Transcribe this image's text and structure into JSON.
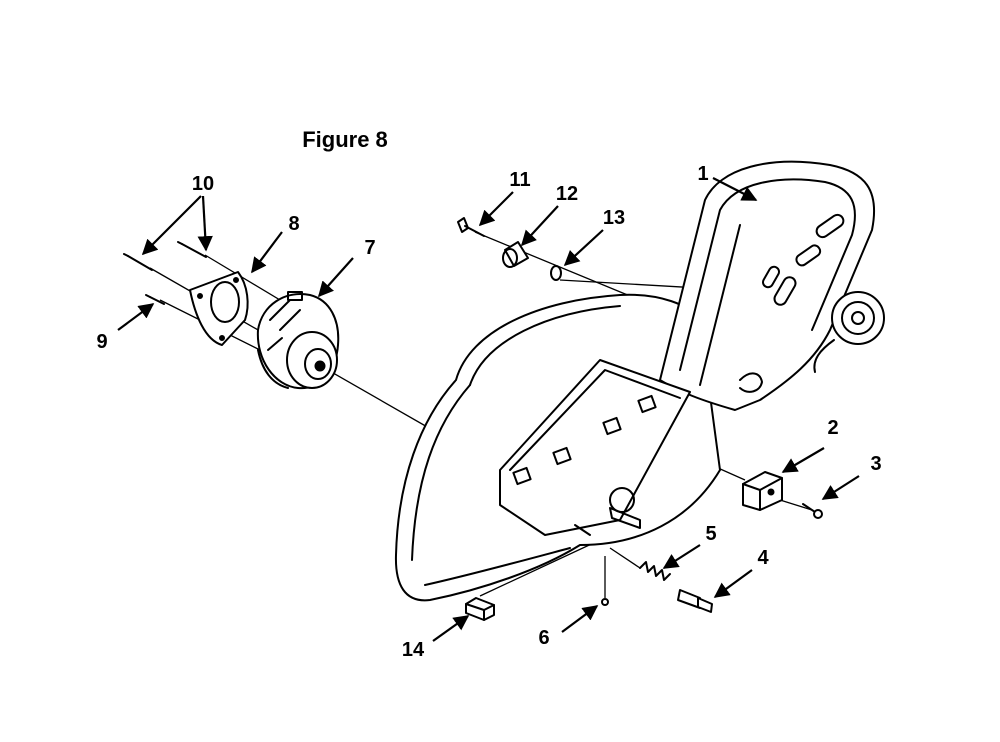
{
  "figure": {
    "title": "Figure 8"
  },
  "callouts": [
    {
      "id": "1",
      "label": "1"
    },
    {
      "id": "2",
      "label": "2"
    },
    {
      "id": "3",
      "label": "3"
    },
    {
      "id": "4",
      "label": "4"
    },
    {
      "id": "5",
      "label": "5"
    },
    {
      "id": "6",
      "label": "6"
    },
    {
      "id": "7",
      "label": "7"
    },
    {
      "id": "8",
      "label": "8"
    },
    {
      "id": "9",
      "label": "9"
    },
    {
      "id": "10",
      "label": "10"
    },
    {
      "id": "11",
      "label": "11"
    },
    {
      "id": "12",
      "label": "12"
    },
    {
      "id": "13",
      "label": "13"
    },
    {
      "id": "14",
      "label": "14"
    }
  ],
  "colors": {
    "ink": "#000000",
    "paper": "#ffffff"
  }
}
